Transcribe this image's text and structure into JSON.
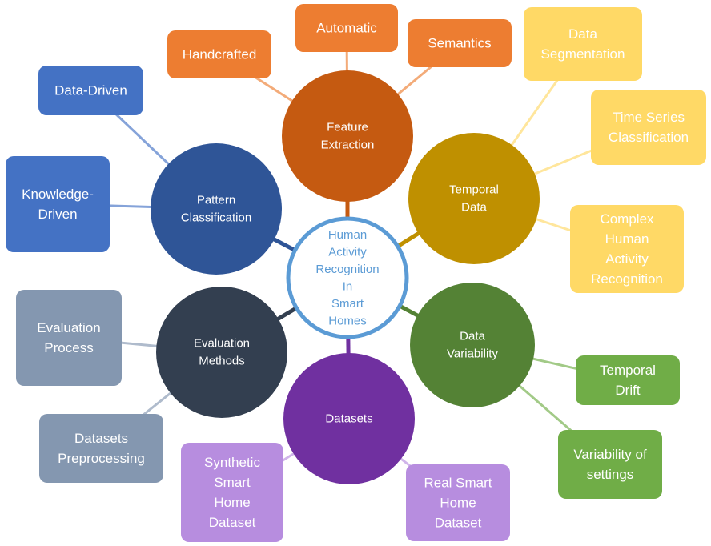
{
  "center": {
    "lines": [
      "Human",
      "Activity",
      "Recognition",
      "In",
      "Smart",
      "Homes"
    ],
    "color": "#5b9bd5",
    "fill": "#ffffff"
  },
  "hubs": [
    {
      "id": "feature-extraction",
      "lines": [
        "Feature",
        "Extraction"
      ],
      "color": "#c55a11",
      "leaves": [
        {
          "id": "handcrafted",
          "lines": [
            "Handcrafted"
          ],
          "color": "#ed7d31"
        },
        {
          "id": "automatic",
          "lines": [
            "Automatic"
          ],
          "color": "#ed7d31"
        },
        {
          "id": "semantics",
          "lines": [
            "Semantics"
          ],
          "color": "#ed7d31"
        }
      ]
    },
    {
      "id": "temporal-data",
      "lines": [
        "Temporal",
        "Data"
      ],
      "color": "#bf9000",
      "leaves": [
        {
          "id": "data-segmentation",
          "lines": [
            "Data",
            "Segmentation"
          ],
          "color": "#ffd966"
        },
        {
          "id": "time-series-classification",
          "lines": [
            "Time Series",
            "Classification"
          ],
          "color": "#ffd966"
        },
        {
          "id": "complex-human-activity-recognition",
          "lines": [
            "Complex",
            "Human",
            "Activity",
            "Recognition"
          ],
          "color": "#ffd966"
        }
      ]
    },
    {
      "id": "data-variability",
      "lines": [
        "Data",
        "Variability"
      ],
      "color": "#548235",
      "leaves": [
        {
          "id": "temporal-drift",
          "lines": [
            "Temporal",
            "Drift"
          ],
          "color": "#70ad47"
        },
        {
          "id": "variability-of-settings",
          "lines": [
            "Variability of",
            "settings"
          ],
          "color": "#70ad47"
        }
      ]
    },
    {
      "id": "datasets",
      "lines": [
        "Datasets"
      ],
      "color": "#7030a0",
      "leaves": [
        {
          "id": "synthetic-smart-home-dataset",
          "lines": [
            "Synthetic",
            "Smart",
            "Home",
            "Dataset"
          ],
          "color": "#b78ddf"
        },
        {
          "id": "real-smart-home-dataset",
          "lines": [
            "Real Smart",
            "Home",
            "Dataset"
          ],
          "color": "#b78ddf"
        }
      ]
    },
    {
      "id": "evaluation-methods",
      "lines": [
        "Evaluation",
        "Methods"
      ],
      "color": "#333f50",
      "leaves": [
        {
          "id": "evaluation-process",
          "lines": [
            "Evaluation",
            "Process"
          ],
          "color": "#8497b0"
        },
        {
          "id": "datasets-preprocessing",
          "lines": [
            "Datasets",
            "Preprocessing"
          ],
          "color": "#8497b0"
        }
      ]
    },
    {
      "id": "pattern-classification",
      "lines": [
        "Pattern",
        "Classification"
      ],
      "color": "#2f5597",
      "leaves": [
        {
          "id": "data-driven",
          "lines": [
            "Data-Driven"
          ],
          "color": "#4472c4"
        },
        {
          "id": "knowledge-driven",
          "lines": [
            "Knowledge-",
            "Driven"
          ],
          "color": "#4472c4"
        }
      ]
    }
  ]
}
